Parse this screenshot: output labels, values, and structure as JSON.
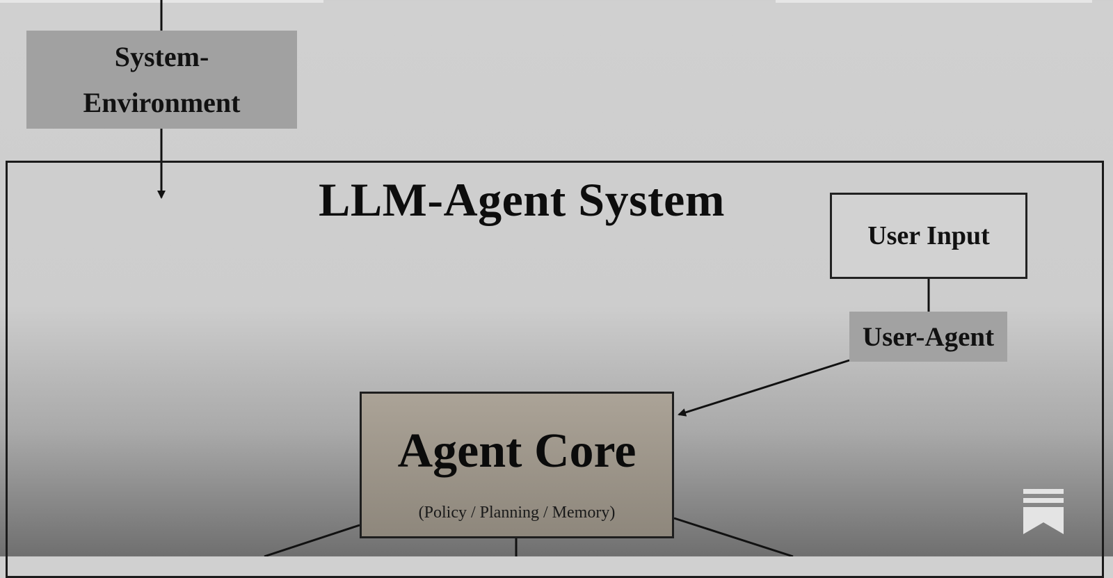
{
  "diagram": {
    "environment_label_line1": "System-",
    "environment_label_line2": "Environment",
    "system_title": "LLM-Agent System",
    "user_input_label": "User Input",
    "user_agent_label": "User-Agent",
    "core_title": "Agent Core",
    "core_subtitle": "(Policy / Planning / Memory)"
  },
  "icons": {
    "corner": "bookmark-icon"
  },
  "colors": {
    "environment_box": "#a1a1a1",
    "agent_core_fill": "#aba397",
    "user_agent_tag": "#a2a2a2",
    "lines": "#111111"
  }
}
